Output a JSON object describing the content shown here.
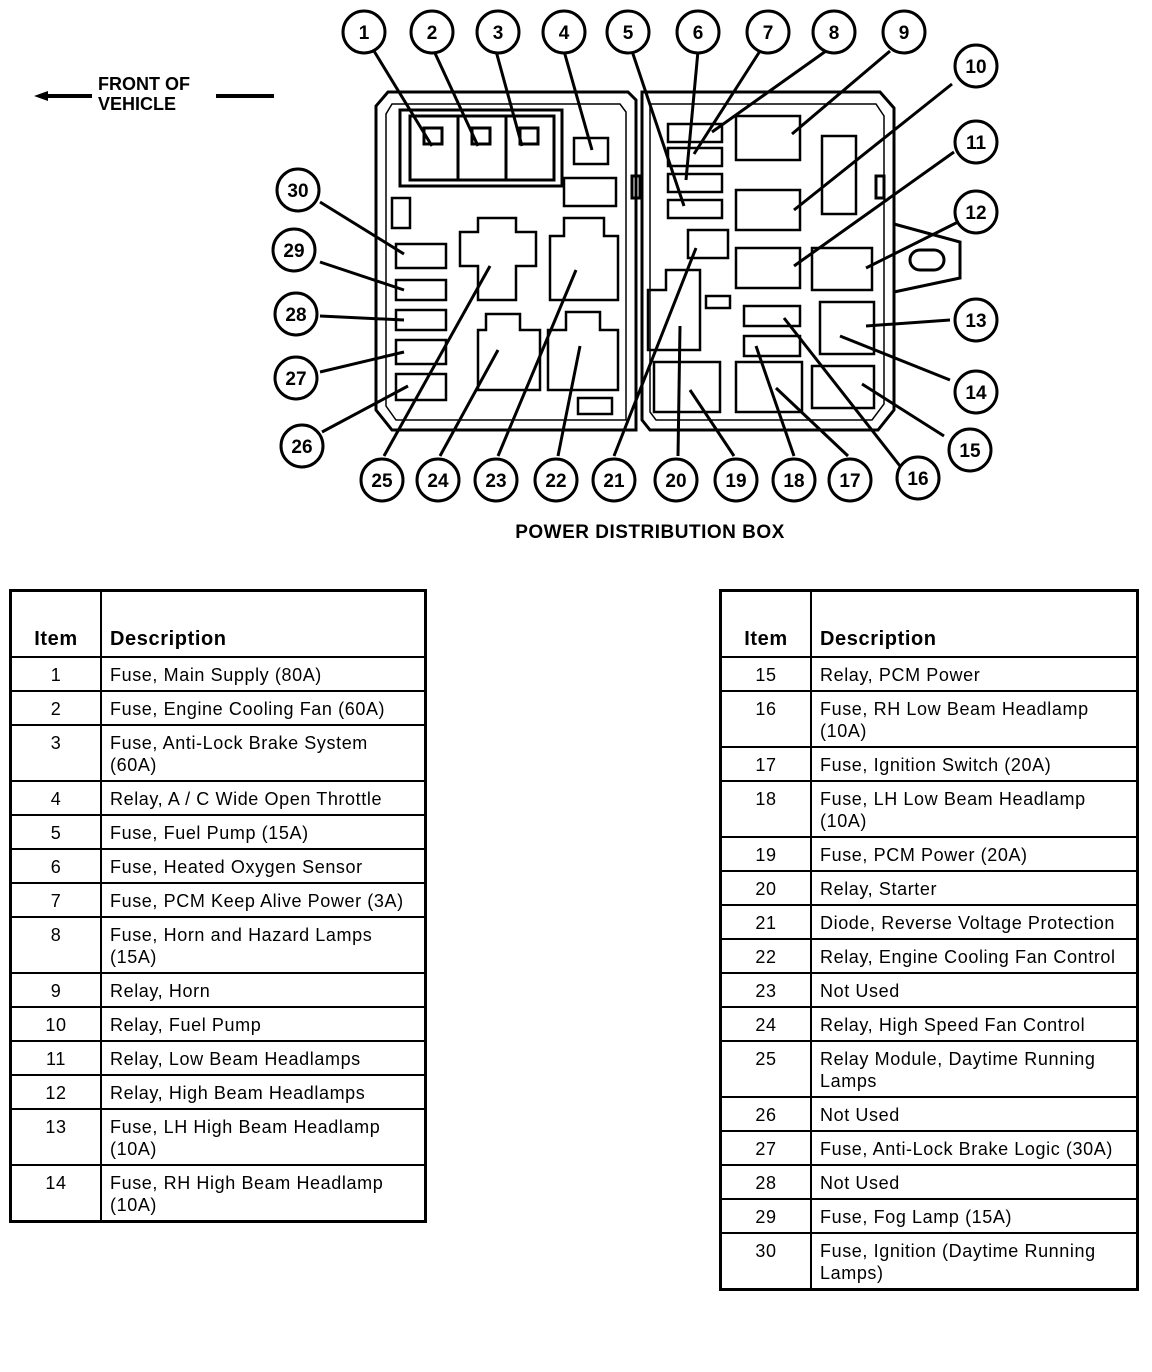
{
  "diagram": {
    "caption": "POWER DISTRIBUTION BOX",
    "front_label": "FRONT OF\nVEHICLE",
    "callouts": [
      "1",
      "2",
      "3",
      "4",
      "5",
      "6",
      "7",
      "8",
      "9",
      "10",
      "11",
      "12",
      "13",
      "14",
      "15",
      "16",
      "17",
      "18",
      "19",
      "20",
      "21",
      "22",
      "23",
      "24",
      "25",
      "26",
      "27",
      "28",
      "29",
      "30"
    ]
  },
  "tables": [
    {
      "headers": {
        "item": "Item",
        "description": "Description"
      },
      "rows": [
        {
          "item": "1",
          "description": "Fuse, Main Supply (80A)"
        },
        {
          "item": "2",
          "description": "Fuse, Engine Cooling Fan (60A)"
        },
        {
          "item": "3",
          "description": "Fuse, Anti-Lock Brake System (60A)"
        },
        {
          "item": "4",
          "description": "Relay, A / C Wide Open Throttle"
        },
        {
          "item": "5",
          "description": "Fuse, Fuel Pump (15A)"
        },
        {
          "item": "6",
          "description": "Fuse, Heated Oxygen Sensor"
        },
        {
          "item": "7",
          "description": "Fuse, PCM Keep Alive Power (3A)"
        },
        {
          "item": "8",
          "description": "Fuse, Horn and Hazard Lamps (15A)"
        },
        {
          "item": "9",
          "description": "Relay, Horn"
        },
        {
          "item": "10",
          "description": "Relay, Fuel Pump"
        },
        {
          "item": "11",
          "description": "Relay, Low Beam Headlamps"
        },
        {
          "item": "12",
          "description": "Relay, High Beam Headlamps"
        },
        {
          "item": "13",
          "description": "Fuse, LH High Beam Headlamp (10A)"
        },
        {
          "item": "14",
          "description": "Fuse, RH High Beam Headlamp (10A)"
        }
      ]
    },
    {
      "headers": {
        "item": "Item",
        "description": "Description"
      },
      "rows": [
        {
          "item": "15",
          "description": "Relay, PCM Power"
        },
        {
          "item": "16",
          "description": "Fuse, RH Low Beam Headlamp (10A)"
        },
        {
          "item": "17",
          "description": "Fuse, Ignition Switch (20A)"
        },
        {
          "item": "18",
          "description": "Fuse, LH Low Beam Headlamp (10A)"
        },
        {
          "item": "19",
          "description": "Fuse, PCM Power (20A)"
        },
        {
          "item": "20",
          "description": "Relay, Starter"
        },
        {
          "item": "21",
          "description": "Diode, Reverse Voltage Protection"
        },
        {
          "item": "22",
          "description": "Relay, Engine Cooling Fan Control"
        },
        {
          "item": "23",
          "description": "Not Used"
        },
        {
          "item": "24",
          "description": "Relay, High Speed Fan Control"
        },
        {
          "item": "25",
          "description": "Relay Module, Daytime Running Lamps"
        },
        {
          "item": "26",
          "description": "Not Used"
        },
        {
          "item": "27",
          "description": "Fuse, Anti-Lock Brake Logic (30A)"
        },
        {
          "item": "28",
          "description": "Not Used"
        },
        {
          "item": "29",
          "description": "Fuse, Fog Lamp (15A)"
        },
        {
          "item": "30",
          "description": "Fuse, Ignition (Daytime Running Lamps)"
        }
      ]
    }
  ]
}
